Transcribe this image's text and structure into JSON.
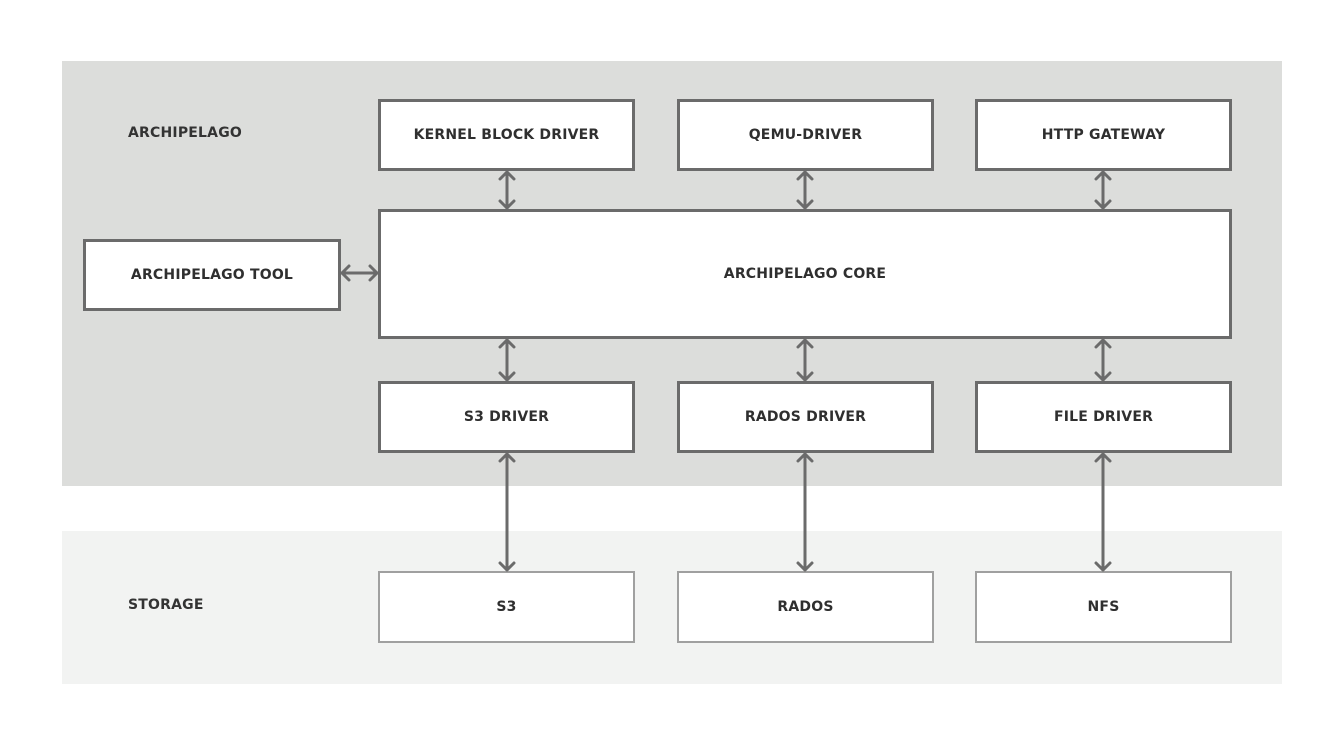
{
  "sections": {
    "archipelago": "ARCHIPELAGO",
    "storage": "STORAGE"
  },
  "nodes": {
    "kernel_block_driver": "KERNEL BLOCK DRIVER",
    "qemu_driver": "QEMU-DRIVER",
    "http_gateway": "HTTP GATEWAY",
    "archipelago_tool": "ARCHIPELAGO TOOL",
    "archipelago_core": "ARCHIPELAGO CORE",
    "s3_driver": "S3 DRIVER",
    "rados_driver": "RADOS DRIVER",
    "file_driver": "FILE DRIVER",
    "s3": "S3",
    "rados": "RADOS",
    "nfs": "NFS"
  },
  "edges": [
    {
      "from": "kernel_block_driver",
      "to": "archipelago_core",
      "bidirectional": true
    },
    {
      "from": "qemu_driver",
      "to": "archipelago_core",
      "bidirectional": true
    },
    {
      "from": "http_gateway",
      "to": "archipelago_core",
      "bidirectional": true
    },
    {
      "from": "archipelago_tool",
      "to": "archipelago_core",
      "bidirectional": true
    },
    {
      "from": "archipelago_core",
      "to": "s3_driver",
      "bidirectional": true
    },
    {
      "from": "archipelago_core",
      "to": "rados_driver",
      "bidirectional": true
    },
    {
      "from": "archipelago_core",
      "to": "file_driver",
      "bidirectional": true
    },
    {
      "from": "s3_driver",
      "to": "s3",
      "bidirectional": true
    },
    {
      "from": "rados_driver",
      "to": "rados",
      "bidirectional": true
    },
    {
      "from": "file_driver",
      "to": "nfs",
      "bidirectional": true
    }
  ],
  "colors": {
    "archipelago_band": "#dcdddb",
    "storage_band": "#f2f3f2",
    "box_border": "#6b6b6b",
    "storage_box_border": "#a0a0a0",
    "arrow": "#6b6b6b"
  }
}
